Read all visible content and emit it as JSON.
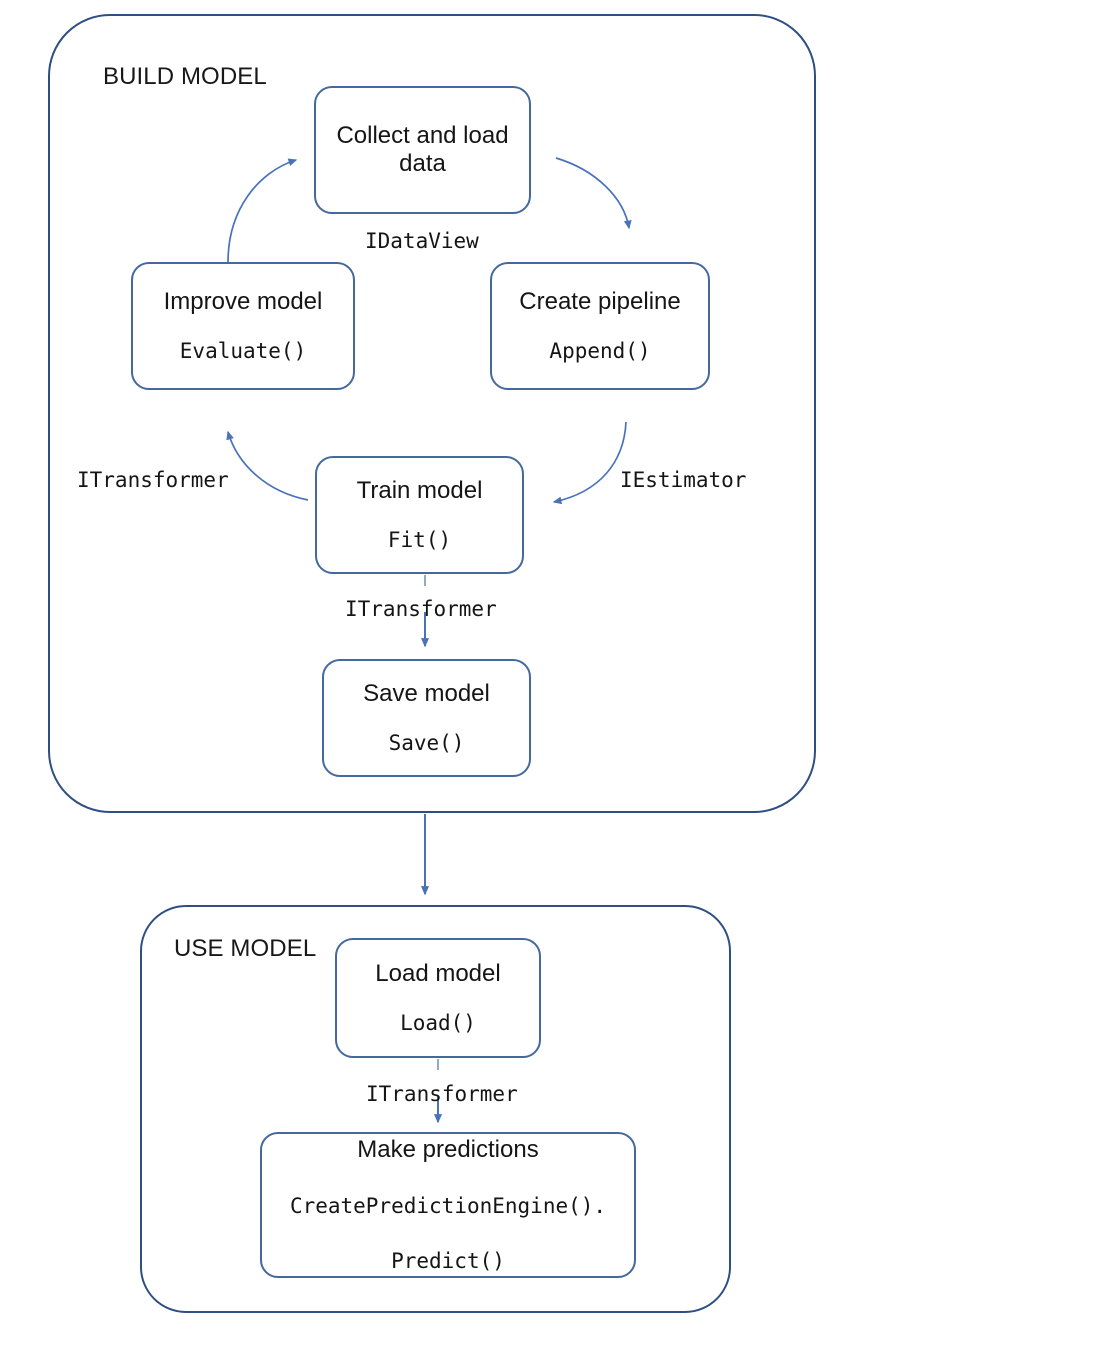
{
  "diagram": {
    "title_build": "BUILD MODEL",
    "title_use": "USE MODEL",
    "accent_border": "#44699e",
    "group_border": "#2f4f82",
    "arrow_color": "#4a72b8",
    "text_color": "#151515"
  },
  "build": {
    "label": "BUILD MODEL",
    "nodes": {
      "collect": {
        "title_line1": "Collect and load",
        "title_line2": "data"
      },
      "improve": {
        "title": "Improve model",
        "api": "Evaluate()"
      },
      "pipeline": {
        "title": "Create pipeline",
        "api": "Append()"
      },
      "train": {
        "title": "Train model",
        "api": "Fit()"
      },
      "save": {
        "title": "Save model",
        "api": "Save()"
      }
    },
    "edges": {
      "idataview": "IDataView",
      "iestimator": "IEstimator",
      "itransformer_to_improve": "ITransformer",
      "itransformer_to_save": "ITransformer"
    }
  },
  "use": {
    "label": "USE MODEL",
    "nodes": {
      "load": {
        "title": "Load model",
        "api": "Load()"
      },
      "predict": {
        "title": "Make predictions",
        "api_line1": "CreatePredictionEngine().",
        "api_line2": "Predict()"
      }
    },
    "edges": {
      "itransformer_to_predict": "ITransformer"
    }
  },
  "chart_data": {
    "type": "diagram",
    "title": "ML.NET model lifecycle",
    "nodes": [
      {
        "id": "collect",
        "label": "Collect and load data",
        "api": "",
        "group": "BUILD MODEL"
      },
      {
        "id": "pipeline",
        "label": "Create pipeline",
        "api": "Append()",
        "group": "BUILD MODEL"
      },
      {
        "id": "train",
        "label": "Train model",
        "api": "Fit()",
        "group": "BUILD MODEL"
      },
      {
        "id": "improve",
        "label": "Improve model",
        "api": "Evaluate()",
        "group": "BUILD MODEL"
      },
      {
        "id": "save",
        "label": "Save model",
        "api": "Save()",
        "group": "BUILD MODEL"
      },
      {
        "id": "load",
        "label": "Load model",
        "api": "Load()",
        "group": "USE MODEL"
      },
      {
        "id": "predict",
        "label": "Make predictions",
        "api": "CreatePredictionEngine().Predict()",
        "group": "USE MODEL"
      }
    ],
    "edges": [
      {
        "from": "collect",
        "to": "pipeline",
        "label": "IDataView"
      },
      {
        "from": "pipeline",
        "to": "train",
        "label": "IEstimator"
      },
      {
        "from": "train",
        "to": "improve",
        "label": "ITransformer"
      },
      {
        "from": "improve",
        "to": "collect",
        "label": ""
      },
      {
        "from": "train",
        "to": "save",
        "label": "ITransformer"
      },
      {
        "from": "save",
        "to": "load",
        "label": ""
      },
      {
        "from": "load",
        "to": "predict",
        "label": "ITransformer"
      }
    ]
  }
}
